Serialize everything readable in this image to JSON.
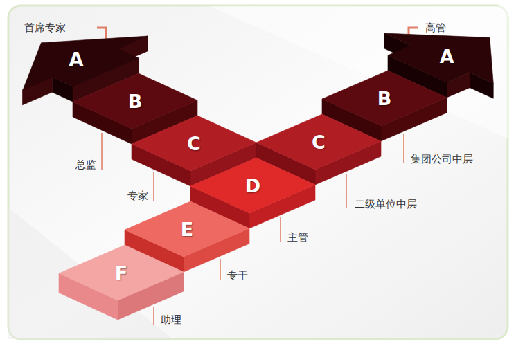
{
  "diagram": {
    "nodes": [
      {
        "text": [
          "A"
        ]
      },
      {
        "text": [
          "A"
        ]
      },
      {
        "text": [
          "B"
        ]
      },
      {
        "text": [
          "B"
        ]
      },
      {
        "text": [
          "C"
        ]
      },
      {
        "text": [
          "C"
        ]
      },
      {
        "text": [
          "D"
        ]
      },
      {
        "text": [
          "E"
        ]
      },
      {
        "text": [
          "F"
        ]
      }
    ],
    "labels": [
      "首席专家",
      "高管",
      "总监",
      "集团公司中层",
      "专家",
      "二级单位中层",
      "主管",
      "专干",
      "助理"
    ]
  }
}
